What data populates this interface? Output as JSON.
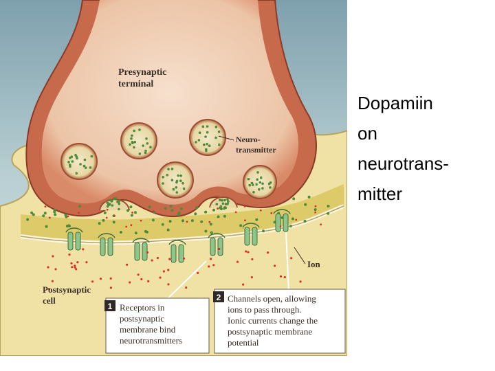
{
  "figure": {
    "labels": {
      "presynaptic": [
        "Presynaptic",
        "terminal"
      ],
      "neurotransmitter": [
        "Neuro-",
        "transmitter"
      ],
      "ion": "Ion",
      "postsynaptic": [
        "Postsynaptic",
        "cell"
      ]
    },
    "steps": [
      {
        "number": "1",
        "lines": [
          "Receptors in",
          "postsynaptic",
          "membrane bind",
          "neurotransmitters"
        ]
      },
      {
        "number": "2",
        "lines": [
          "Channels open, allowing",
          "ions to pass through.",
          "Ionic currents change the",
          "postsynaptic membrane",
          "potential"
        ]
      }
    ],
    "colors": {
      "background": "#a9c3cc",
      "terminal_outer": "#c96a4c",
      "terminal_inner": "#f3d7c2",
      "postsynaptic": "#f0e3a6",
      "cleft": "#d6c45a",
      "neurotransmitter": "#4f8a3a",
      "ion": "#d9332b",
      "receptor": "#8fc48a"
    },
    "icons": {
      "step_badge": "numbered-square"
    }
  },
  "side_caption": {
    "lines": [
      "Dopamiin",
      "on",
      "neurotrans-",
      "mitter"
    ]
  }
}
